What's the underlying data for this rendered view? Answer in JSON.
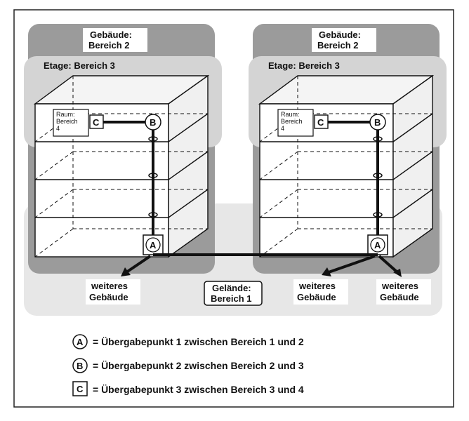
{
  "buildings": [
    {
      "gebaeude_line1": "Gebäude:",
      "gebaeude_line2": "Bereich 2",
      "etage": "Etage: Bereich 3",
      "raum_line1": "Raum:",
      "raum_line2": "Bereich",
      "raum_line3": "4",
      "point_c": "C",
      "point_b": "B",
      "point_a": "A"
    },
    {
      "gebaeude_line1": "Gebäude:",
      "gebaeude_line2": "Bereich 2",
      "etage": "Etage: Bereich 3",
      "raum_line1": "Raum:",
      "raum_line2": "Bereich",
      "raum_line3": "4",
      "point_c": "C",
      "point_b": "B",
      "point_a": "A"
    }
  ],
  "gelaende_line1": "Gelände:",
  "gelaende_line2": "Bereich 1",
  "weiteres": [
    {
      "line1": "weiteres",
      "line2": "Gebäude"
    },
    {
      "line1": "weiteres",
      "line2": "Gebäude"
    },
    {
      "line1": "weiteres",
      "line2": "Gebäude"
    }
  ],
  "legend": [
    {
      "symbol": "A",
      "shape": "circle",
      "text": "= Übergabepunkt 1 zwischen Bereich 1 und 2"
    },
    {
      "symbol": "B",
      "shape": "circle",
      "text": "= Übergabepunkt 2 zwischen Bereich 2 und 3"
    },
    {
      "symbol": "C",
      "shape": "square",
      "text": "= Übergabepunkt 3 zwischen Bereich 3 und 4"
    }
  ]
}
